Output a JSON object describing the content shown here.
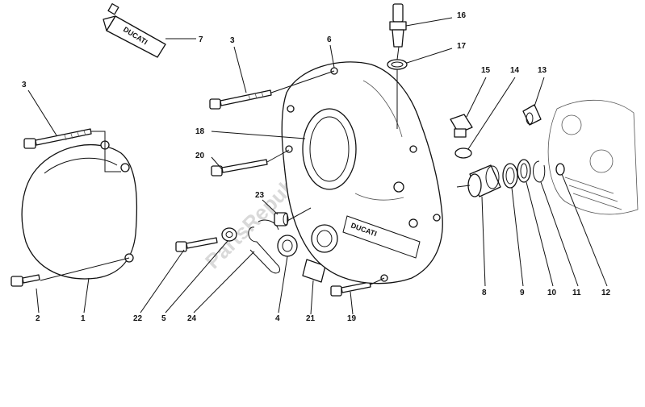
{
  "diagram": {
    "brand_marks": [
      "DUCATI",
      "DUCATI"
    ],
    "watermark": "PartsRepublik",
    "callouts": [
      "1",
      "2",
      "3",
      "3",
      "4",
      "5",
      "6",
      "7",
      "8",
      "9",
      "10",
      "11",
      "12",
      "13",
      "14",
      "15",
      "16",
      "17",
      "18",
      "19",
      "20",
      "21",
      "22",
      "23",
      "24"
    ]
  }
}
